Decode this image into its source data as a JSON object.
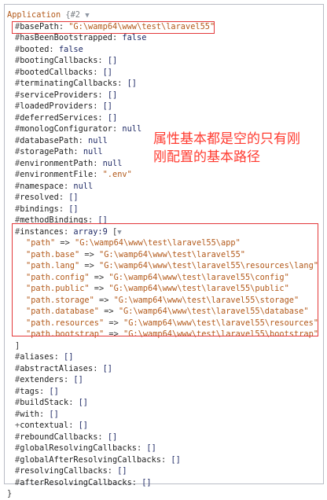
{
  "header": {
    "class_name": "Application",
    "obj_id": "{#2",
    "toggle": "▼"
  },
  "props_top": [
    {
      "name": "basePath",
      "value": "\"G:\\wamp64\\www\\test\\laravel55\"",
      "kind": "str"
    },
    {
      "name": "hasBeenBootstrapped",
      "value": "false",
      "kind": "lit"
    },
    {
      "name": "booted",
      "value": "false",
      "kind": "lit"
    },
    {
      "name": "bootingCallbacks",
      "value": "[]",
      "kind": "lit"
    },
    {
      "name": "bootedCallbacks",
      "value": "[]",
      "kind": "lit"
    },
    {
      "name": "terminatingCallbacks",
      "value": "[]",
      "kind": "lit"
    },
    {
      "name": "serviceProviders",
      "value": "[]",
      "kind": "lit"
    },
    {
      "name": "loadedProviders",
      "value": "[]",
      "kind": "lit"
    },
    {
      "name": "deferredServices",
      "value": "[]",
      "kind": "lit"
    },
    {
      "name": "monologConfigurator",
      "value": "null",
      "kind": "lit"
    },
    {
      "name": "databasePath",
      "value": "null",
      "kind": "lit"
    },
    {
      "name": "storagePath",
      "value": "null",
      "kind": "lit"
    },
    {
      "name": "environmentPath",
      "value": "null",
      "kind": "lit"
    },
    {
      "name": "environmentFile",
      "value": "\".env\"",
      "kind": "str"
    },
    {
      "name": "namespace",
      "value": "null",
      "kind": "lit"
    },
    {
      "name": "resolved",
      "value": "[]",
      "kind": "lit"
    },
    {
      "name": "bindings",
      "value": "[]",
      "kind": "lit"
    },
    {
      "name": "methodBindings",
      "value": "[]",
      "kind": "lit"
    }
  ],
  "instances": {
    "name": "instances",
    "type": "array:9",
    "open": "[",
    "toggle": "▼",
    "items": [
      {
        "key": "\"path\"",
        "value": "\"G:\\wamp64\\www\\test\\laravel55\\app\""
      },
      {
        "key": "\"path.base\"",
        "value": "\"G:\\wamp64\\www\\test\\laravel55\""
      },
      {
        "key": "\"path.lang\"",
        "value": "\"G:\\wamp64\\www\\test\\laravel55\\resources\\lang\""
      },
      {
        "key": "\"path.config\"",
        "value": "\"G:\\wamp64\\www\\test\\laravel55\\config\""
      },
      {
        "key": "\"path.public\"",
        "value": "\"G:\\wamp64\\www\\test\\laravel55\\public\""
      },
      {
        "key": "\"path.storage\"",
        "value": "\"G:\\wamp64\\www\\test\\laravel55\\storage\""
      },
      {
        "key": "\"path.database\"",
        "value": "\"G:\\wamp64\\www\\test\\laravel55\\database\""
      },
      {
        "key": "\"path.resources\"",
        "value": "\"G:\\wamp64\\www\\test\\laravel55\\resources\""
      },
      {
        "key": "\"path.bootstrap\"",
        "value": "\"G:\\wamp64\\www\\test\\laravel55\\bootstrap\""
      }
    ],
    "close": "]"
  },
  "props_bottom": [
    {
      "prefix": "#",
      "name": "aliases",
      "value": "[]"
    },
    {
      "prefix": "#",
      "name": "abstractAliases",
      "value": "[]"
    },
    {
      "prefix": "#",
      "name": "extenders",
      "value": "[]"
    },
    {
      "prefix": "#",
      "name": "tags",
      "value": "[]"
    },
    {
      "prefix": "#",
      "name": "buildStack",
      "value": "[]"
    },
    {
      "prefix": "#",
      "name": "with",
      "value": "[]"
    },
    {
      "prefix": "+",
      "name": "contextual",
      "value": "[]"
    },
    {
      "prefix": "#",
      "name": "reboundCallbacks",
      "value": "[]"
    },
    {
      "prefix": "#",
      "name": "globalResolvingCallbacks",
      "value": "[]"
    },
    {
      "prefix": "#",
      "name": "globalAfterResolvingCallbacks",
      "value": "[]"
    },
    {
      "prefix": "#",
      "name": "resolvingCallbacks",
      "value": "[]"
    },
    {
      "prefix": "#",
      "name": "afterResolvingCallbacks",
      "value": "[]"
    }
  ],
  "footer": {
    "close": "}"
  },
  "annotation": {
    "text": "属性基本都是空的只有刚\n刚配置的基本路径"
  },
  "colors": {
    "box": "#e3383a",
    "annotation": "#ff3b30"
  }
}
